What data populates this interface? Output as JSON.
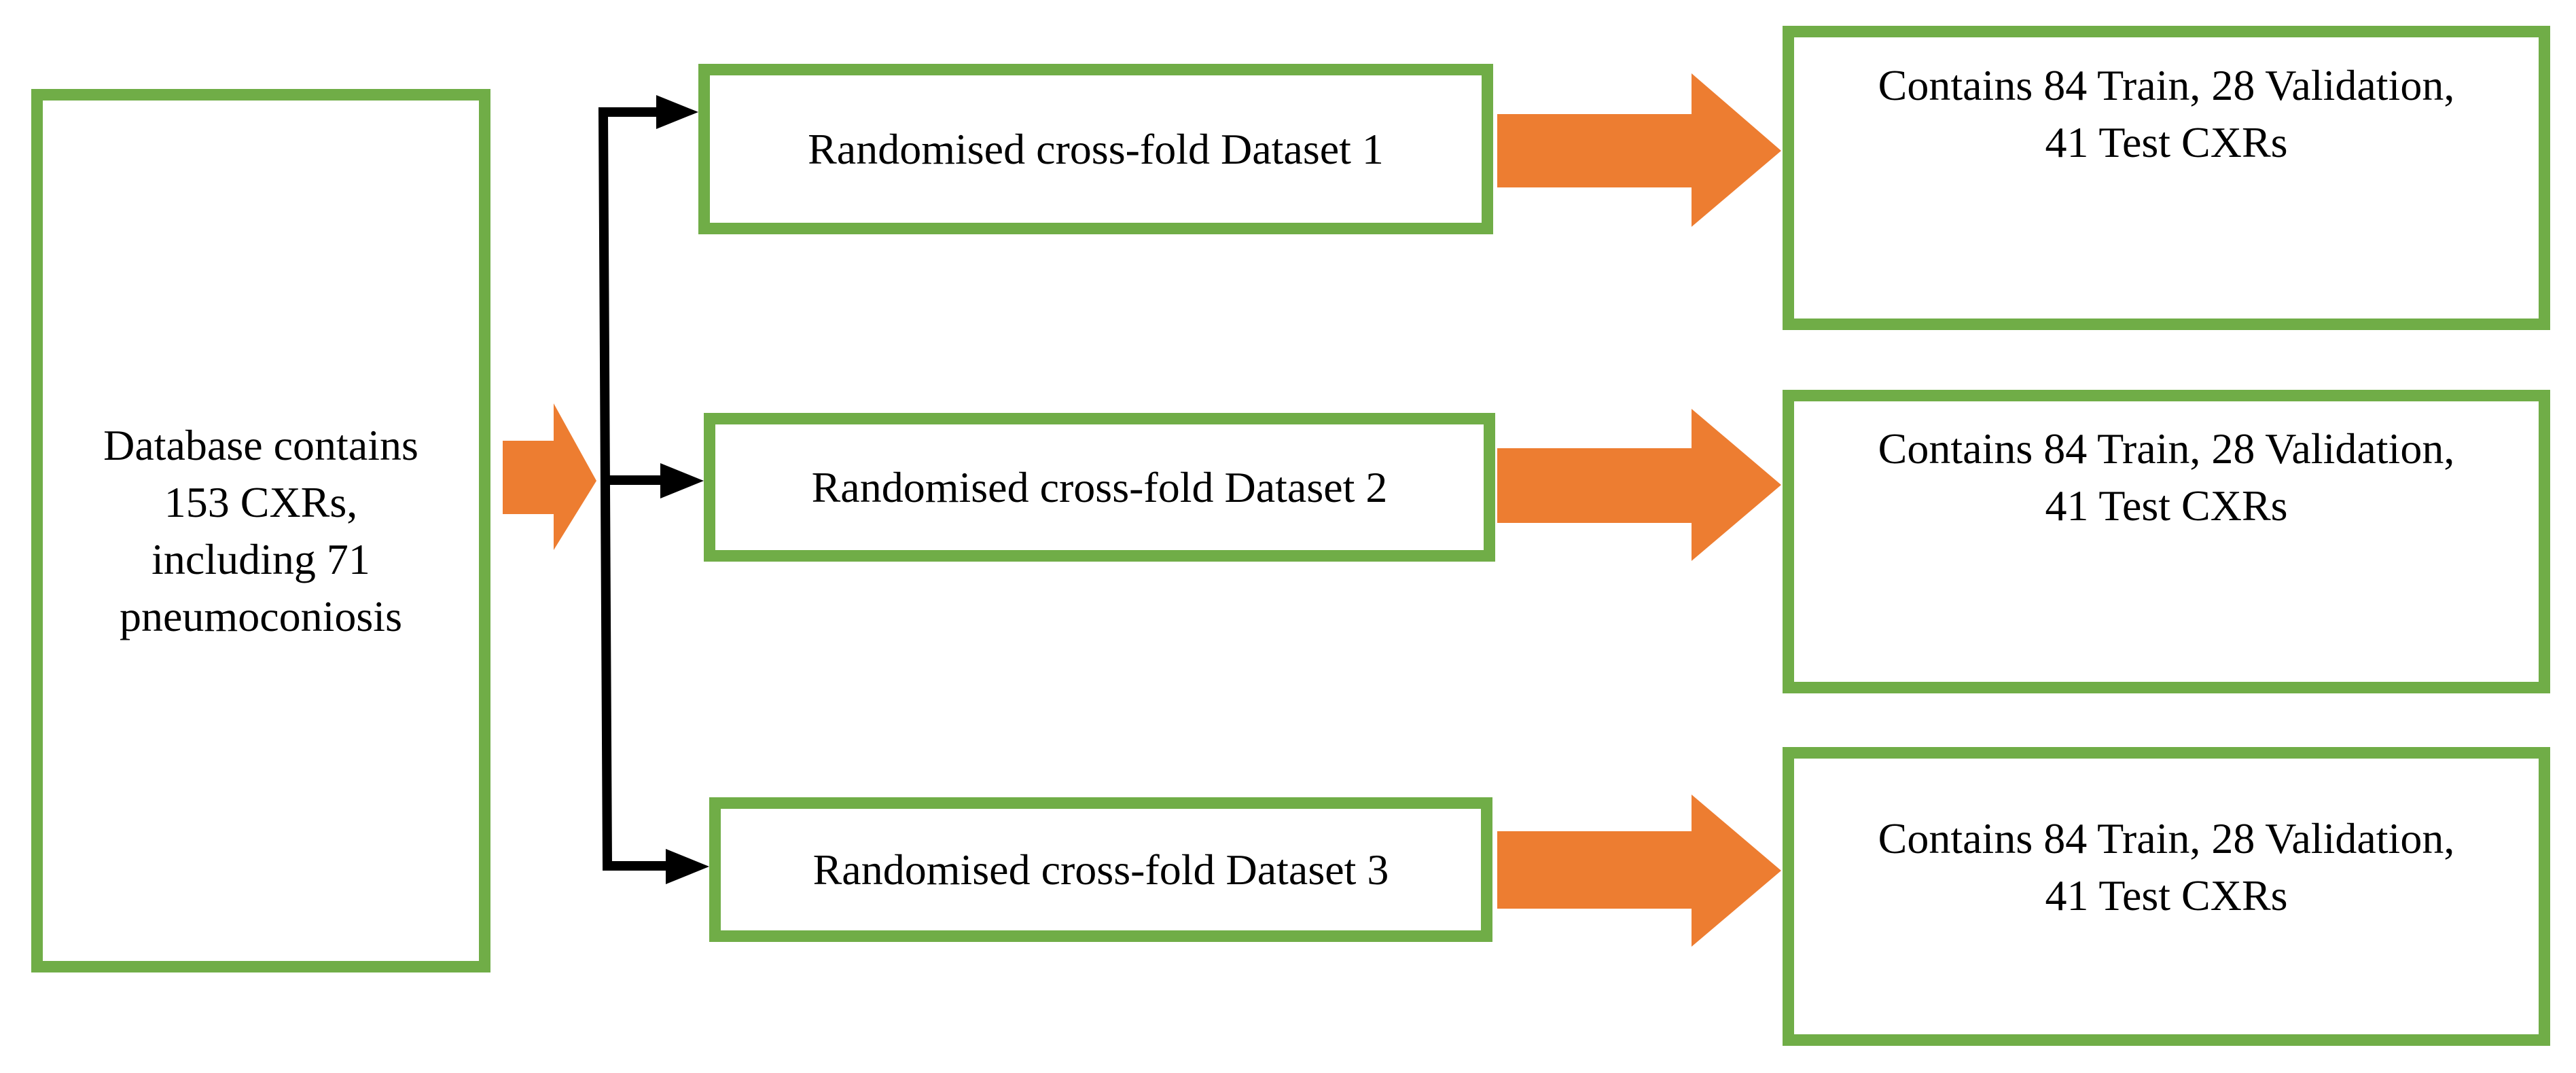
{
  "diagram": {
    "source": {
      "lines": [
        "Database contains",
        "153 CXRs,",
        "including 71",
        "pneumoconiosis"
      ]
    },
    "datasets": [
      {
        "label": "Randomised cross-fold Dataset 1"
      },
      {
        "label": "Randomised cross-fold Dataset 2"
      },
      {
        "label": "Randomised cross-fold Dataset 3"
      }
    ],
    "results": [
      {
        "lines": [
          "Contains 84 Train, 28 Validation,",
          "41 Test CXRs"
        ]
      },
      {
        "lines": [
          "Contains 84 Train, 28 Validation,",
          "41 Test CXRs"
        ]
      },
      {
        "lines": [
          "Contains 84 Train, 28 Validation,",
          "41 Test CXRs"
        ]
      }
    ],
    "colors": {
      "box_border": "#70AD47",
      "block_arrow": "#ED7D31",
      "connector": "#000000"
    }
  }
}
